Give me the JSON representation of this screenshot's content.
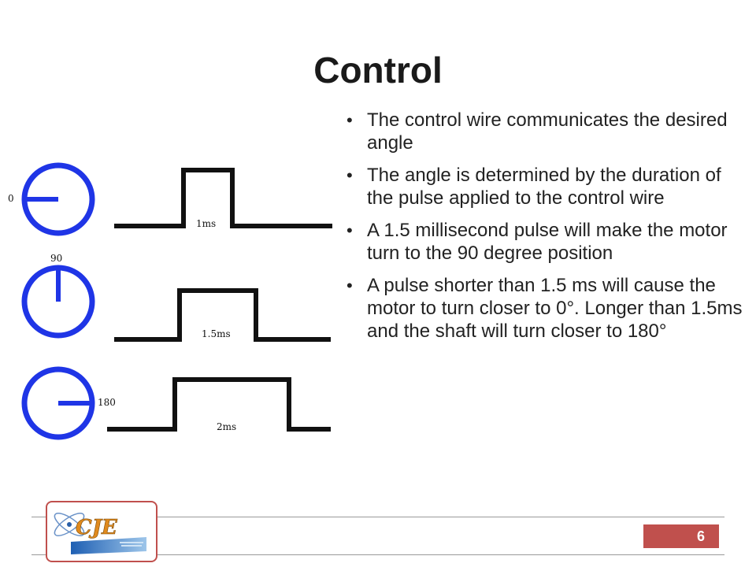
{
  "slide": {
    "title": "Control",
    "bullets": [
      "The control wire communicates the desired angle",
      "The angle is determined by the duration of the pulse applied to the control wire",
      "A 1.5 millisecond pulse will make the motor turn to the 90 degree position",
      "A pulse shorter than 1.5 ms will cause the motor to turn closer to 0°.  Longer than 1.5ms and the shaft will turn closer to 180°"
    ],
    "page_number": "6"
  },
  "figure": {
    "rows": [
      {
        "angle_label": "0",
        "pulse_label": "1ms"
      },
      {
        "angle_label": "90",
        "pulse_label": "1.5ms"
      },
      {
        "angle_label": "180",
        "pulse_label": "2ms"
      }
    ]
  },
  "logo": {
    "text": "CJE"
  },
  "colors": {
    "accent": "#c0504d",
    "dial": "#1f35e6",
    "pulse": "#111111"
  }
}
